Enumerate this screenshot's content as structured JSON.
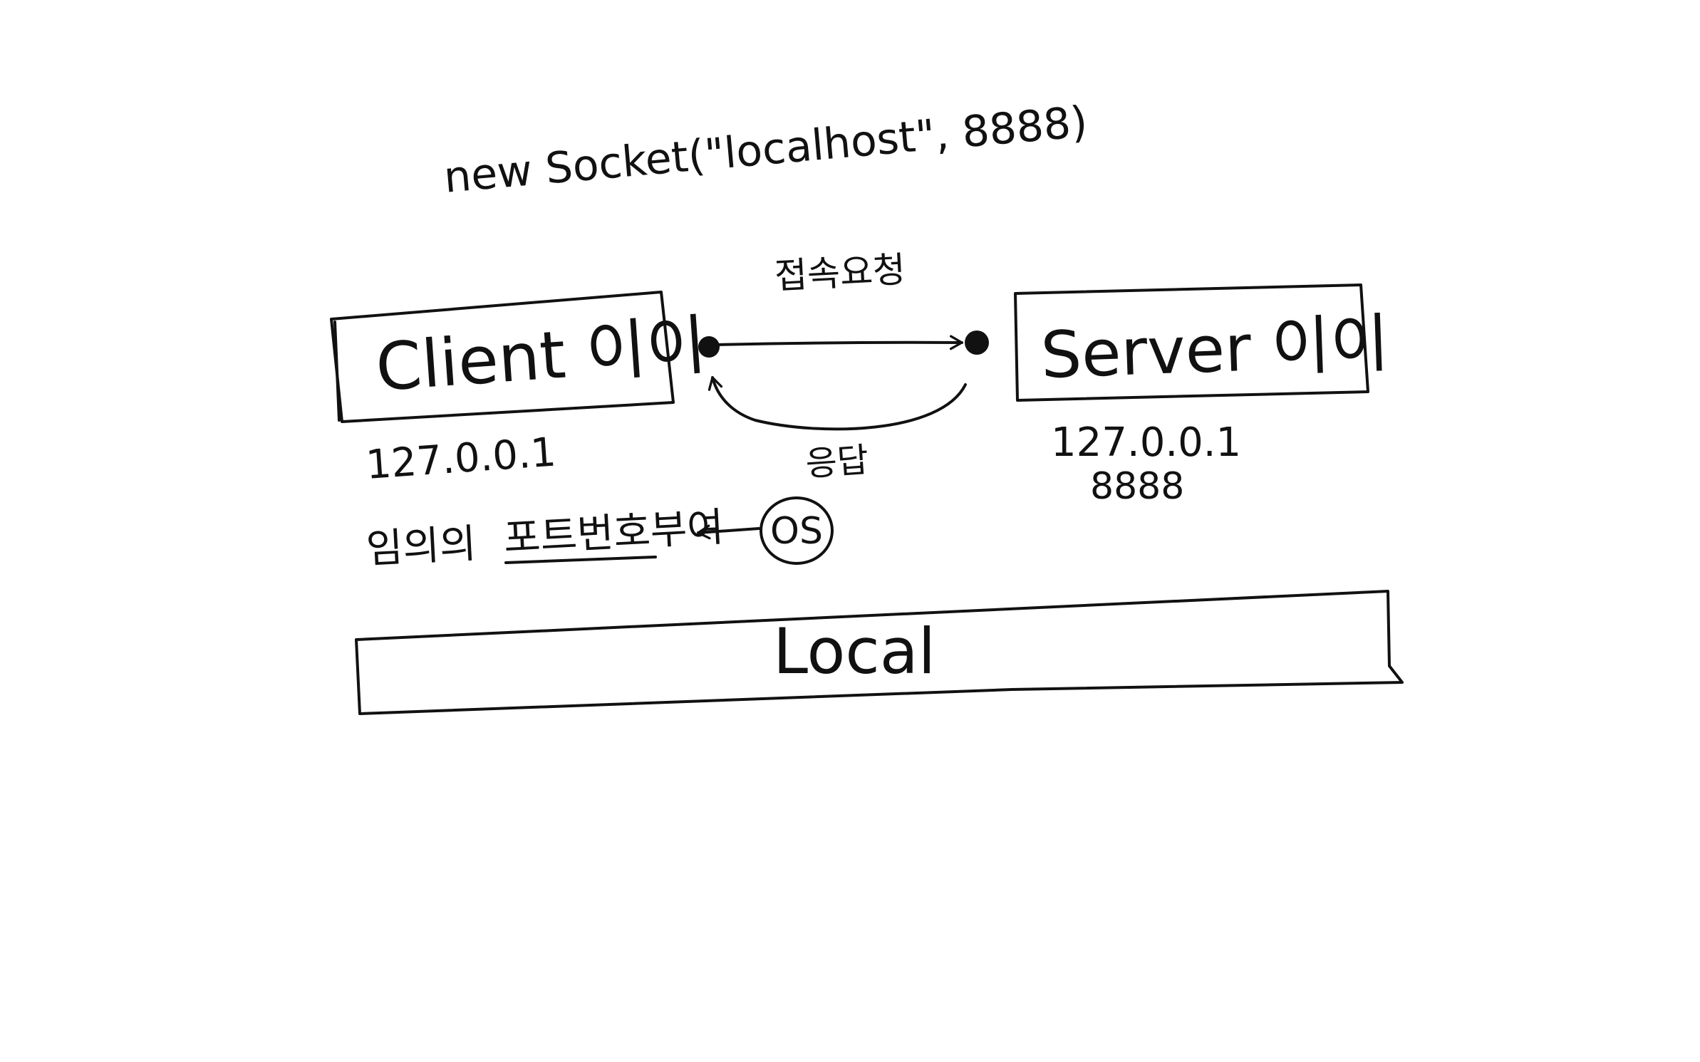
{
  "code_label": "new Socket(\"localhost\", 8888)",
  "request_label": "접속요청",
  "response_label": "응답",
  "client": {
    "name": "Client 이이",
    "ip": "127.0.0.1"
  },
  "server": {
    "name": "Server 이이",
    "ip": "127.0.0.1",
    "port": "8888"
  },
  "os_label": "OS",
  "port_assign_prefix": "임의의",
  "port_assign_main": "포트번호부여",
  "local_label": "Local",
  "colors": {
    "ink": "#111111",
    "background": "#ffffff"
  }
}
